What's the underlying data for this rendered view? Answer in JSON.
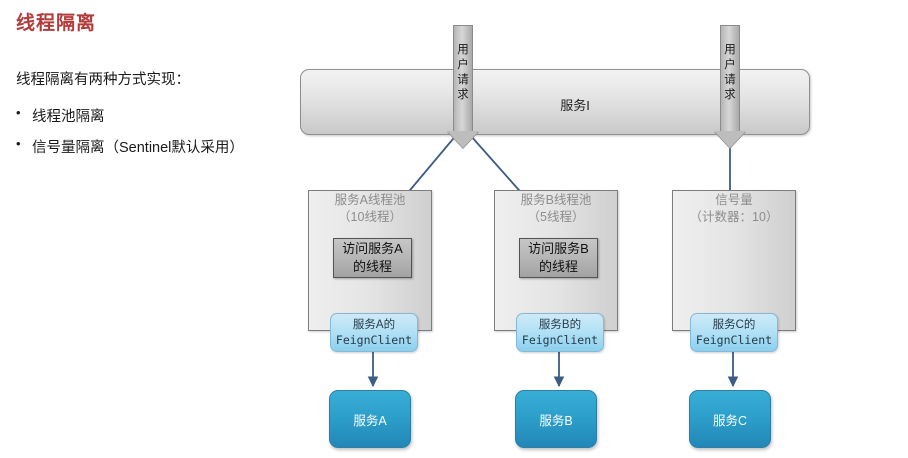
{
  "slide": {
    "title": "线程隔离",
    "intro": "线程隔离有两种方式实现：",
    "bullets": [
      {
        "marker": "•",
        "text": "线程池隔离"
      },
      {
        "marker": "•",
        "text": "信号量隔离（Sentinel默认采用）"
      }
    ]
  },
  "diagram": {
    "service_banner": {
      "label": "服务I"
    },
    "request_arrows": [
      {
        "name": "arrow-left",
        "text": "用户请求"
      },
      {
        "name": "arrow-right",
        "text": "用户请求"
      }
    ],
    "pools": [
      {
        "title": "服务A线程池",
        "subtitle": "（10线程）",
        "thread_box": {
          "line1": "访问服务A",
          "line2": "的线程"
        },
        "feign": {
          "line1": "服务A的",
          "line2": "FeignClient"
        },
        "service": "服务A"
      },
      {
        "title": "服务B线程池",
        "subtitle": "（5线程）",
        "thread_box": {
          "line1": "访问服务B",
          "line2": "的线程"
        },
        "feign": {
          "line1": "服务B的",
          "line2": "FeignClient"
        },
        "service": "服务B"
      },
      {
        "title": "信号量",
        "subtitle": "（计数器：10）",
        "thread_box": null,
        "feign": {
          "line1": "服务C的",
          "line2": "FeignClient"
        },
        "service": "服务C"
      }
    ]
  },
  "colors": {
    "title": "#b23c3c",
    "connector": "#3b5c86",
    "service_node": "#2d9fcb",
    "feign_box": "#addff4",
    "pool_caption": "#8d8d8d"
  }
}
